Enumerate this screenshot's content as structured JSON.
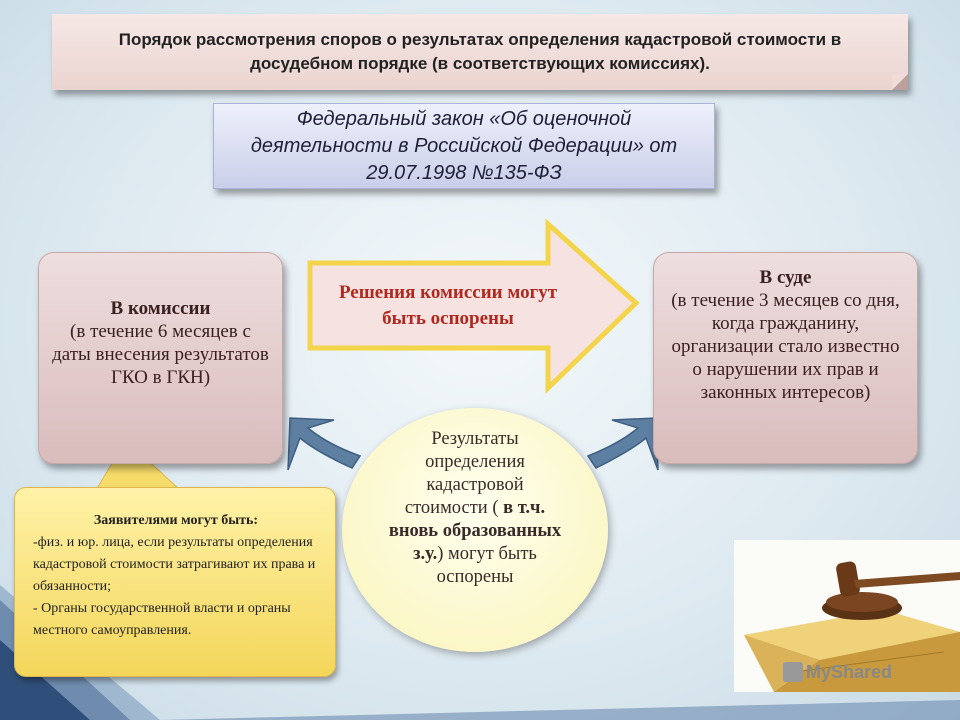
{
  "title": "Порядок рассмотрения споров о результатах определения кадастровой стоимости в досудебном порядке (в соответствующих комиссиях).",
  "law": "Федеральный закон «Об оценочной деятельности в Российской Федерации» от 29.07.1998 №135-ФЗ",
  "left_card": {
    "head": "В комиссии",
    "body": "(в течение 6 месяцев с даты внесения результатов ГКО в ГКН)"
  },
  "arrow_text": "Решения комиссии могут быть оспорены",
  "right_card": {
    "head": "В суде",
    "body": "(в течение 3 месяцев со дня, когда гражданину, организации стало известно о нарушении их прав и законных интересов)"
  },
  "circle": {
    "part1": "Результаты определения кадастровой стоимости",
    "paren_open": " (",
    "bold": " в т.ч. вновь образованных з.у.",
    "part2": ") могут быть оспорены"
  },
  "callout": {
    "title": "Заявителями могут быть:",
    "item1": "-физ. и юр. лица, если результаты определения кадастровой стоимости затрагивают их права и обязанности;",
    "item2": "- Органы государственной власти и органы местного самоуправления."
  },
  "watermark": "MyShared",
  "colors": {
    "accent_red": "#b0281e",
    "arrow_blue": "#5d7fa2",
    "callout_yellow": "#f3d65a"
  }
}
